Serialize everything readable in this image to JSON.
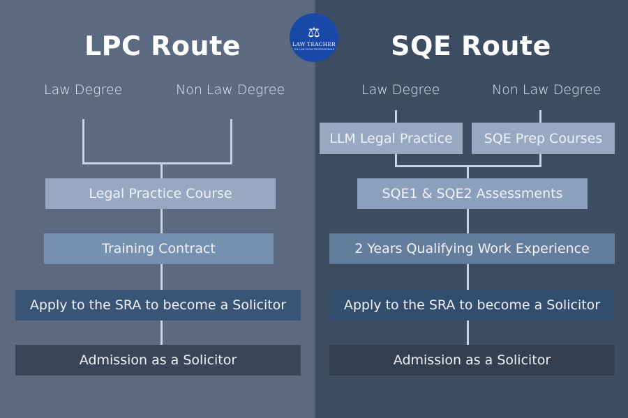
{
  "logo": {
    "name": "LAW TEACHER",
    "tagline": "THE LAW ESSAY PROFESSIONALS",
    "icon": "lion-crest-icon",
    "color": "#1849a8"
  },
  "lpc": {
    "title": "LPC Route",
    "entry": [
      "Law Degree",
      "Non Law Degree"
    ],
    "steps": [
      "Legal Practice Course",
      "Training Contract",
      "Apply to the SRA to become a Solicitor",
      "Admission as a Solicitor"
    ]
  },
  "sqe": {
    "title": "SQE Route",
    "entry": [
      "Law Degree",
      "Non Law Degree"
    ],
    "options": [
      "LLM Legal Practice",
      "SQE Prep Courses"
    ],
    "steps": [
      "SQE1 & SQE2 Assessments",
      "2 Years Qualifying Work Experience",
      "Apply to the SRA to become a Solicitor",
      "Admission as a Solicitor"
    ]
  },
  "colors": {
    "left_bg": "#5b6a80",
    "right_bg": "#3c4d62",
    "connector": "#c6d3e3"
  }
}
